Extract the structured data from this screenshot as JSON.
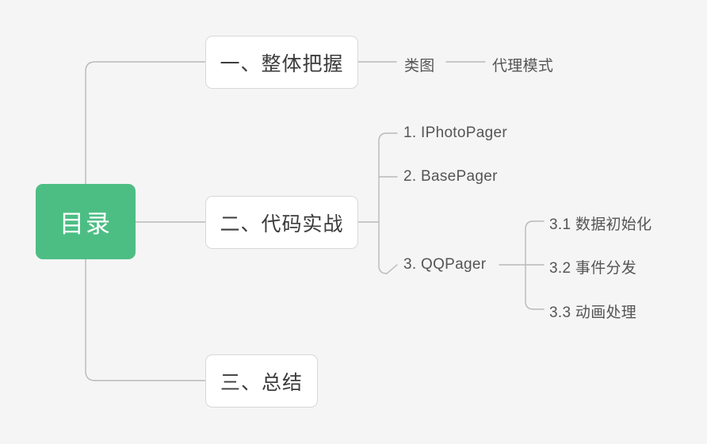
{
  "diagram": {
    "type": "mind-map",
    "title": "目录",
    "background_color": "#f5f5f5",
    "accent_color": "#4cbe84",
    "line_color": "#b9b9b9",
    "node_border_color": "#d8d8d8",
    "node_fill_color": "#ffffff",
    "text_color": "#3c3c3c",
    "leaf_text_color": "#555555"
  },
  "root": {
    "label": "目录"
  },
  "branches": [
    {
      "id": "branch-1",
      "label": "一、整体把握",
      "children": [
        {
          "id": "class-diagram",
          "label": "类图",
          "children": [
            {
              "id": "proxy-pattern",
              "label": "代理模式",
              "children": []
            }
          ]
        }
      ]
    },
    {
      "id": "branch-2",
      "label": "二、代码实战",
      "children": [
        {
          "id": "iphotopager",
          "label": "1. IPhotoPager",
          "children": []
        },
        {
          "id": "basepager",
          "label": "2. BasePager",
          "children": []
        },
        {
          "id": "qqpager",
          "label": "3. QQPager",
          "children": [
            {
              "id": "data-init",
              "label": "3.1 数据初始化",
              "children": []
            },
            {
              "id": "event-dispatch",
              "label": "3.2 事件分发",
              "children": []
            },
            {
              "id": "animation",
              "label": "3.3 动画处理",
              "children": []
            }
          ]
        }
      ]
    },
    {
      "id": "branch-3",
      "label": "三、总结",
      "children": []
    }
  ]
}
